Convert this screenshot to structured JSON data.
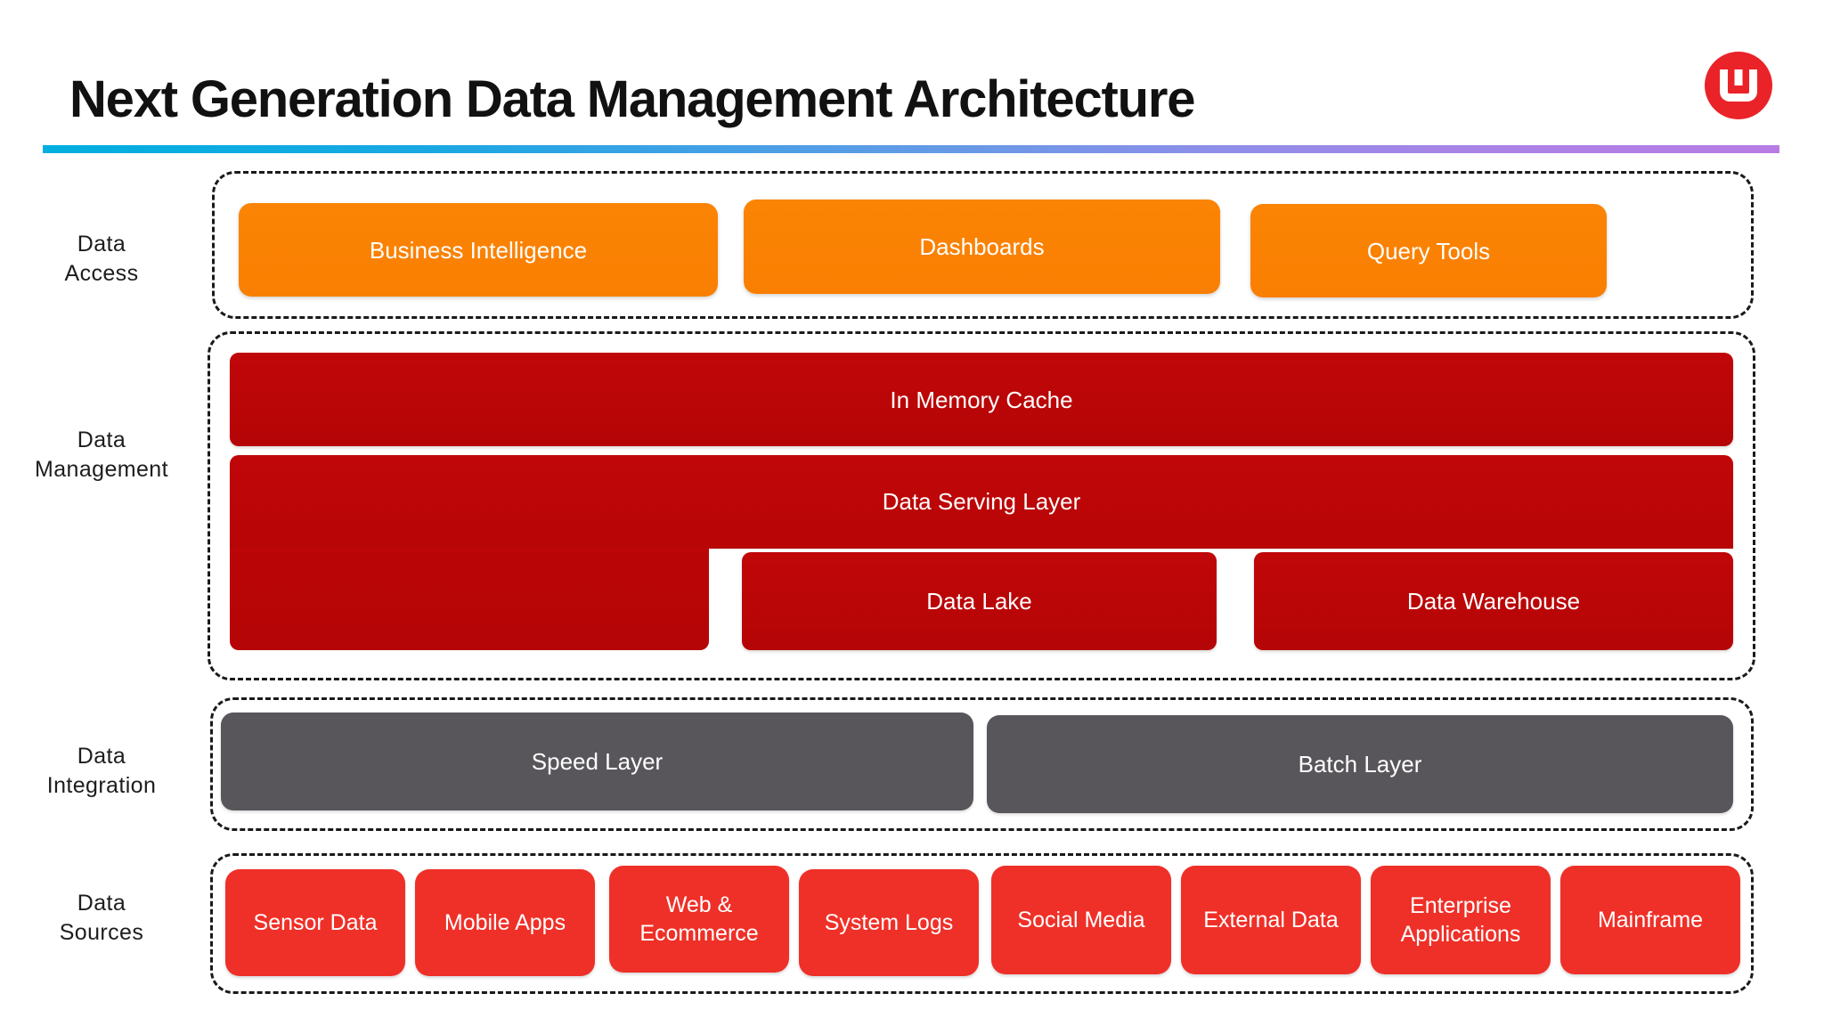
{
  "header": {
    "title": "Next Generation Data Management Architecture",
    "logo_name": "couchbase-logo",
    "accent_gradient_from": "#00aee0",
    "accent_gradient_to": "#b77ce4"
  },
  "colors": {
    "orange": "#f97f02",
    "dark_red": "#bb0506",
    "gray": "#58565a",
    "bright_red": "#ef3028",
    "dashed_border": "#1a1a1a",
    "background": "#ffffff",
    "logo_red": "#ea2328"
  },
  "layers": [
    {
      "id": "data-access",
      "label_line1": "Data",
      "label_line2": "Access",
      "boxes": [
        {
          "label": "Business Intelligence",
          "style": "orange"
        },
        {
          "label": "Dashboards",
          "style": "orange"
        },
        {
          "label": "Query Tools",
          "style": "orange"
        }
      ]
    },
    {
      "id": "data-management",
      "label_line1": "Data",
      "label_line2": "Management",
      "boxes": [
        {
          "label": "In Memory Cache",
          "style": "darkred"
        },
        {
          "label": "Data Serving Layer",
          "style": "darkred"
        },
        {
          "label": "Data Lake",
          "style": "darkred"
        },
        {
          "label": "Data Warehouse",
          "style": "darkred"
        }
      ]
    },
    {
      "id": "data-integration",
      "label_line1": "Data",
      "label_line2": "Integration",
      "boxes": [
        {
          "label": "Speed Layer",
          "style": "gray"
        },
        {
          "label": "Batch Layer",
          "style": "gray"
        }
      ]
    },
    {
      "id": "data-sources",
      "label_line1": "Data",
      "label_line2": "Sources",
      "boxes": [
        {
          "label": "Sensor Data",
          "style": "brightred"
        },
        {
          "label": "Mobile Apps",
          "style": "brightred"
        },
        {
          "label": "Web & Ecommerce",
          "style": "brightred"
        },
        {
          "label": "System Logs",
          "style": "brightred"
        },
        {
          "label": "Social Media",
          "style": "brightred"
        },
        {
          "label": "External Data",
          "style": "brightred"
        },
        {
          "label": "Enterprise Applications",
          "style": "brightred"
        },
        {
          "label": "Mainframe",
          "style": "brightred"
        }
      ]
    }
  ]
}
